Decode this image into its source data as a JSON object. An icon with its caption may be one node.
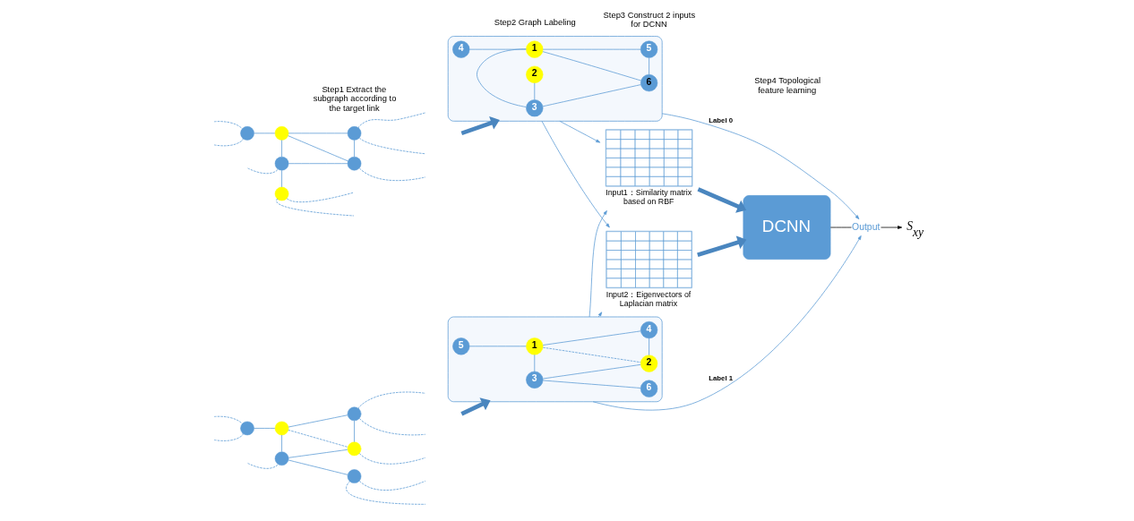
{
  "diagram": {
    "nodes": [
      {
        "text": [],
        "shape": "circle"
      },
      {
        "text": [],
        "shape": "circle"
      },
      {
        "text": [],
        "shape": "circle"
      },
      {
        "text": [],
        "shape": "circle"
      },
      {
        "text": [],
        "shape": "circle"
      },
      {
        "text": [],
        "shape": "circle"
      },
      {
        "text": [],
        "shape": "circle"
      },
      {
        "text": [],
        "shape": "circle"
      },
      {
        "text": [],
        "shape": "circle"
      },
      {
        "text": [],
        "shape": "circle"
      },
      {
        "text": [],
        "shape": "circle"
      },
      {
        "text": [],
        "shape": "circle"
      },
      {
        "text": [],
        "shape": "box"
      },
      {
        "text": [
          "5"
        ],
        "in": 12
      },
      {
        "text": [
          "1"
        ],
        "in": 12
      },
      {
        "text": [
          "4"
        ],
        "in": 12
      },
      {
        "text": [
          "3"
        ],
        "in": 12
      },
      {
        "text": [
          "2"
        ],
        "in": 12
      },
      {
        "text": [
          "6"
        ],
        "in": 12
      },
      {
        "text": [],
        "shape": "box"
      },
      {
        "text": [
          "4"
        ],
        "in": 19
      },
      {
        "text": [
          "1"
        ],
        "in": 19
      },
      {
        "text": [
          "5"
        ],
        "in": 19
      },
      {
        "text": [
          "3"
        ],
        "in": 19
      },
      {
        "text": [
          "6"
        ],
        "in": 19
      },
      {
        "text": [
          "2"
        ],
        "in": 19
      },
      {
        "text": [],
        "shape": "grid",
        "beside": [
          "Input1：Similarity matrix based on RBF"
        ]
      },
      {
        "text": [],
        "shape": "grid",
        "beside": [
          "Input2：Eigenvectors of Laplacian matrix"
        ]
      },
      {
        "text": [
          "DCNN"
        ]
      },
      {
        "text": [
          "Output"
        ]
      },
      {
        "text": [
          "S$_{xy}$"
        ]
      }
    ],
    "edges": [
      {
        "from": 0,
        "to": 1,
        "arrow": "none"
      },
      {
        "from": 1,
        "to": 2,
        "arrow": "none"
      },
      {
        "from": 1,
        "to": 3,
        "arrow": "none"
      },
      {
        "from": 2,
        "to": 4,
        "arrow": "none"
      },
      {
        "from": 3,
        "to": 4,
        "arrow": "none"
      },
      {
        "from": 1,
        "to": 4,
        "arrow": "none",
        "style": "dashed"
      },
      {
        "from": 3,
        "to": 5,
        "arrow": "none"
      },
      {
        "from": 0,
        "to": null,
        "arrow": "none",
        "style": "dashed"
      },
      {
        "from": 0,
        "to": null,
        "arrow": "none",
        "style": "dashed"
      },
      {
        "from": 2,
        "to": null,
        "arrow": "none",
        "style": "dashed"
      },
      {
        "from": 2,
        "to": null,
        "arrow": "none",
        "style": "dashed"
      },
      {
        "from": 3,
        "to": null,
        "arrow": "none",
        "style": "dashed"
      },
      {
        "from": 4,
        "to": null,
        "arrow": "none",
        "style": "dashed"
      },
      {
        "from": 5,
        "to": null,
        "arrow": "none",
        "style": "dashed"
      },
      {
        "from": 5,
        "to": null,
        "arrow": "none",
        "style": "dashed"
      },
      {
        "from": 6,
        "to": 7,
        "arrow": "none"
      },
      {
        "from": 7,
        "to": 8,
        "arrow": "none"
      },
      {
        "from": 7,
        "to": 9,
        "arrow": "none"
      },
      {
        "from": 7,
        "to": 10,
        "arrow": "none"
      },
      {
        "from": 8,
        "to": 10,
        "arrow": "none"
      },
      {
        "from": 9,
        "to": 10,
        "arrow": "none"
      },
      {
        "from": 9,
        "to": 11,
        "arrow": "none"
      },
      {
        "from": 6,
        "to": null,
        "arrow": "none",
        "style": "dashed"
      },
      {
        "from": 6,
        "to": null,
        "arrow": "none",
        "style": "dashed"
      },
      {
        "from": 8,
        "to": null,
        "arrow": "none",
        "style": "dashed"
      },
      {
        "from": 8,
        "to": null,
        "arrow": "none",
        "style": "dashed"
      },
      {
        "from": 9,
        "to": null,
        "arrow": "none",
        "style": "dashed"
      },
      {
        "from": 10,
        "to": null,
        "arrow": "none",
        "style": "dashed"
      },
      {
        "from": 11,
        "to": null,
        "arrow": "none",
        "style": "dashed"
      },
      {
        "from": 11,
        "to": null,
        "arrow": "none",
        "style": "dashed"
      },
      {
        "from": null,
        "to": 12,
        "arrow": "to",
        "style": "thick"
      },
      {
        "from": null,
        "to": 19,
        "arrow": "to",
        "style": "thick"
      },
      {
        "from": 13,
        "to": 14,
        "arrow": "none"
      },
      {
        "from": 14,
        "to": 15,
        "arrow": "none"
      },
      {
        "from": 14,
        "to": 16,
        "arrow": "none"
      },
      {
        "from": 15,
        "to": 17,
        "arrow": "none"
      },
      {
        "from": 16,
        "to": 17,
        "arrow": "none"
      },
      {
        "from": 14,
        "to": 17,
        "arrow": "none",
        "style": "dashed"
      },
      {
        "from": 16,
        "to": 18,
        "arrow": "none"
      },
      {
        "from": 20,
        "to": 21,
        "arrow": "none"
      },
      {
        "from": 21,
        "to": 22,
        "arrow": "none"
      },
      {
        "from": 21,
        "to": 23,
        "arrow": "none"
      },
      {
        "from": 21,
        "to": 24,
        "arrow": "none"
      },
      {
        "from": 22,
        "to": 24,
        "arrow": "none"
      },
      {
        "from": 23,
        "to": 24,
        "arrow": "none"
      },
      {
        "from": 23,
        "to": 25,
        "arrow": "none"
      },
      {
        "from": 12,
        "to": 26,
        "arrow": "to"
      },
      {
        "from": 12,
        "to": 27,
        "arrow": "to"
      },
      {
        "from": 19,
        "to": 26,
        "arrow": "to"
      },
      {
        "from": 19,
        "to": 27,
        "arrow": "to"
      },
      {
        "from": 26,
        "to": 28,
        "arrow": "to",
        "style": "thick"
      },
      {
        "from": 27,
        "to": 28,
        "arrow": "to",
        "style": "thick"
      },
      {
        "from": 28,
        "to": 29,
        "arrow": "none",
        "color": "#000000"
      },
      {
        "from": 29,
        "to": 30,
        "arrow": "to",
        "color": "#000000"
      },
      {
        "from": 12,
        "to": 29,
        "arrow": "to",
        "label": "Label 1"
      },
      {
        "from": 19,
        "to": 29,
        "arrow": "to",
        "label": "Label 0"
      }
    ],
    "labels": [
      "Step1 Extract the subgraph according to the target link",
      "Step2 Graph Labeling",
      "Step3 Construct 2 inputs for DCNN",
      "Step4 Topological feature learning"
    ]
  }
}
